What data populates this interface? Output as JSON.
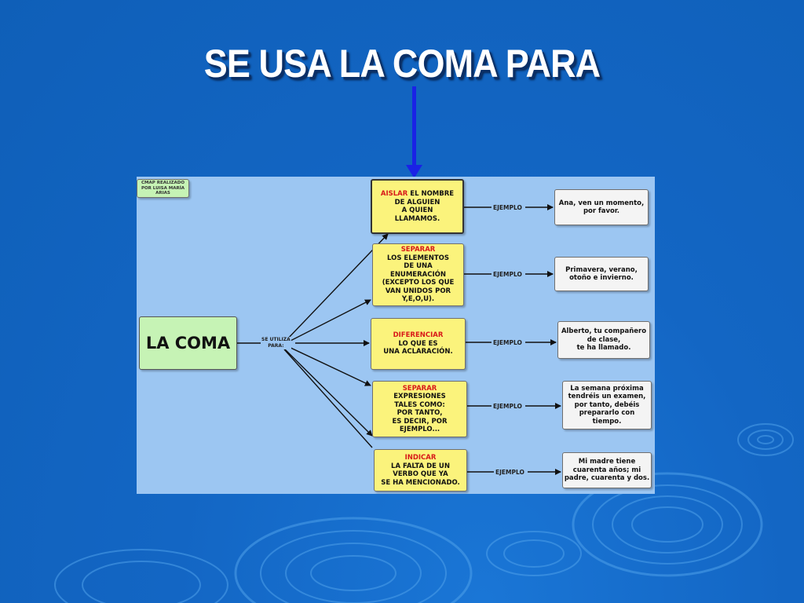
{
  "title": "SE USA LA COMA PARA",
  "colors": {
    "background": "#1366c4",
    "pointer": "#1a22e6",
    "map_bg": "#9cc6f2",
    "box_yellow": "#fbf37c",
    "box_green": "#c6f3b5",
    "highlight_red": "#d81919"
  },
  "map": {
    "credit": [
      "CMAP REALIZADO",
      "POR LUISA MARÍA",
      "ARIAS"
    ],
    "root": "LA COMA",
    "link_label": [
      "SE UTILIZA",
      "PARA:"
    ],
    "example_label": "EJEMPLO",
    "uses": [
      {
        "highlight": "AISLAR",
        "lines": [
          "EL NOMBRE",
          "DE ALGUIEN",
          "A QUIEN",
          "LLAMAMOS."
        ],
        "example": [
          "Ana, ven un momento,",
          "por favor."
        ]
      },
      {
        "highlight": "SEPARAR",
        "lines": [
          "LOS ELEMENTOS",
          "DE UNA",
          "ENUMERACIÓN",
          "(EXCEPTO LOS QUE",
          "VAN UNIDOS POR",
          "Y,E,O,U)."
        ],
        "example": [
          "Primavera, verano,",
          "otoño e invierno."
        ]
      },
      {
        "highlight": "DIFERENCIAR",
        "lines": [
          "LO QUE ES",
          "UNA ACLARACIÓN."
        ],
        "example": [
          "Alberto, tu compañero",
          "de clase,",
          "te ha llamado."
        ]
      },
      {
        "highlight": "SEPARAR",
        "lines": [
          "EXPRESIONES",
          "TALES COMO:",
          "POR TANTO,",
          "ES DECIR, POR",
          "EJEMPLO..."
        ],
        "example": [
          "La semana próxima",
          "tendréis un examen,",
          "por tanto, debéis",
          "prepararlo  con",
          "tiempo."
        ]
      },
      {
        "highlight": "INDICAR",
        "lines": [
          "LA FALTA DE UN",
          "VERBO QUE YA",
          "SE HA MENCIONADO."
        ],
        "example": [
          "Mi madre tiene",
          "cuarenta años; mi",
          "padre, cuarenta y dos."
        ]
      }
    ]
  }
}
